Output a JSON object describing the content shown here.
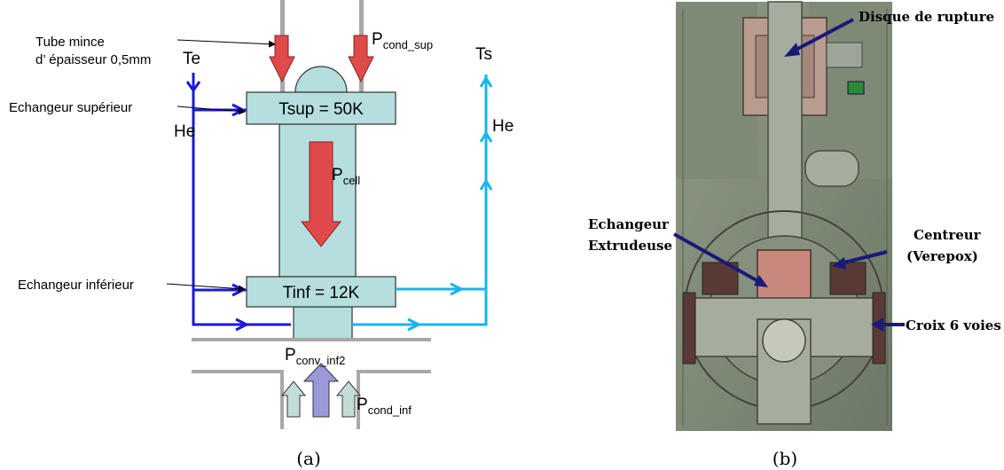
{
  "panel_a": {
    "label_tube": "Tube mince",
    "label_tube_2": "d’ épaisseur 0,5mm",
    "label_te": "Te",
    "label_ts": "Ts",
    "label_he_left": "He",
    "label_he_right": "He",
    "label_ech_sup": "Echangeur supérieur",
    "label_ech_inf": "Echangeur inférieur",
    "box_sup": "Tsup = 50K",
    "box_inf": "Tinf = 12K",
    "p_cond_sup": "P",
    "p_cond_sup_sub": "cond_sup",
    "p_cell": "P",
    "p_cell_sub": "cell",
    "p_conv_inf2": "P",
    "p_conv_inf2_sub": "conv_inf2",
    "p_cond_inf": "P",
    "p_cond_inf_sub": "cond_inf",
    "caption": "(a)"
  },
  "panel_b": {
    "disque": "Disque de rupture",
    "echangeur_1": "Echangeur",
    "echangeur_2": "Extrudeuse",
    "centreur_1": "Centreur",
    "centreur_2": "(Verepox)",
    "croix": "Croix 6 voies",
    "caption": "(b)"
  },
  "colors": {
    "cell": "#b6dede",
    "hot_arrow": "#e04a4a",
    "he_in": "#1a1ad6",
    "he_out": "#19b4ee",
    "pipe": "#a8a8a8",
    "conv_arrow": "#9c98dc",
    "cond_arrow": "#c4dcd8"
  }
}
